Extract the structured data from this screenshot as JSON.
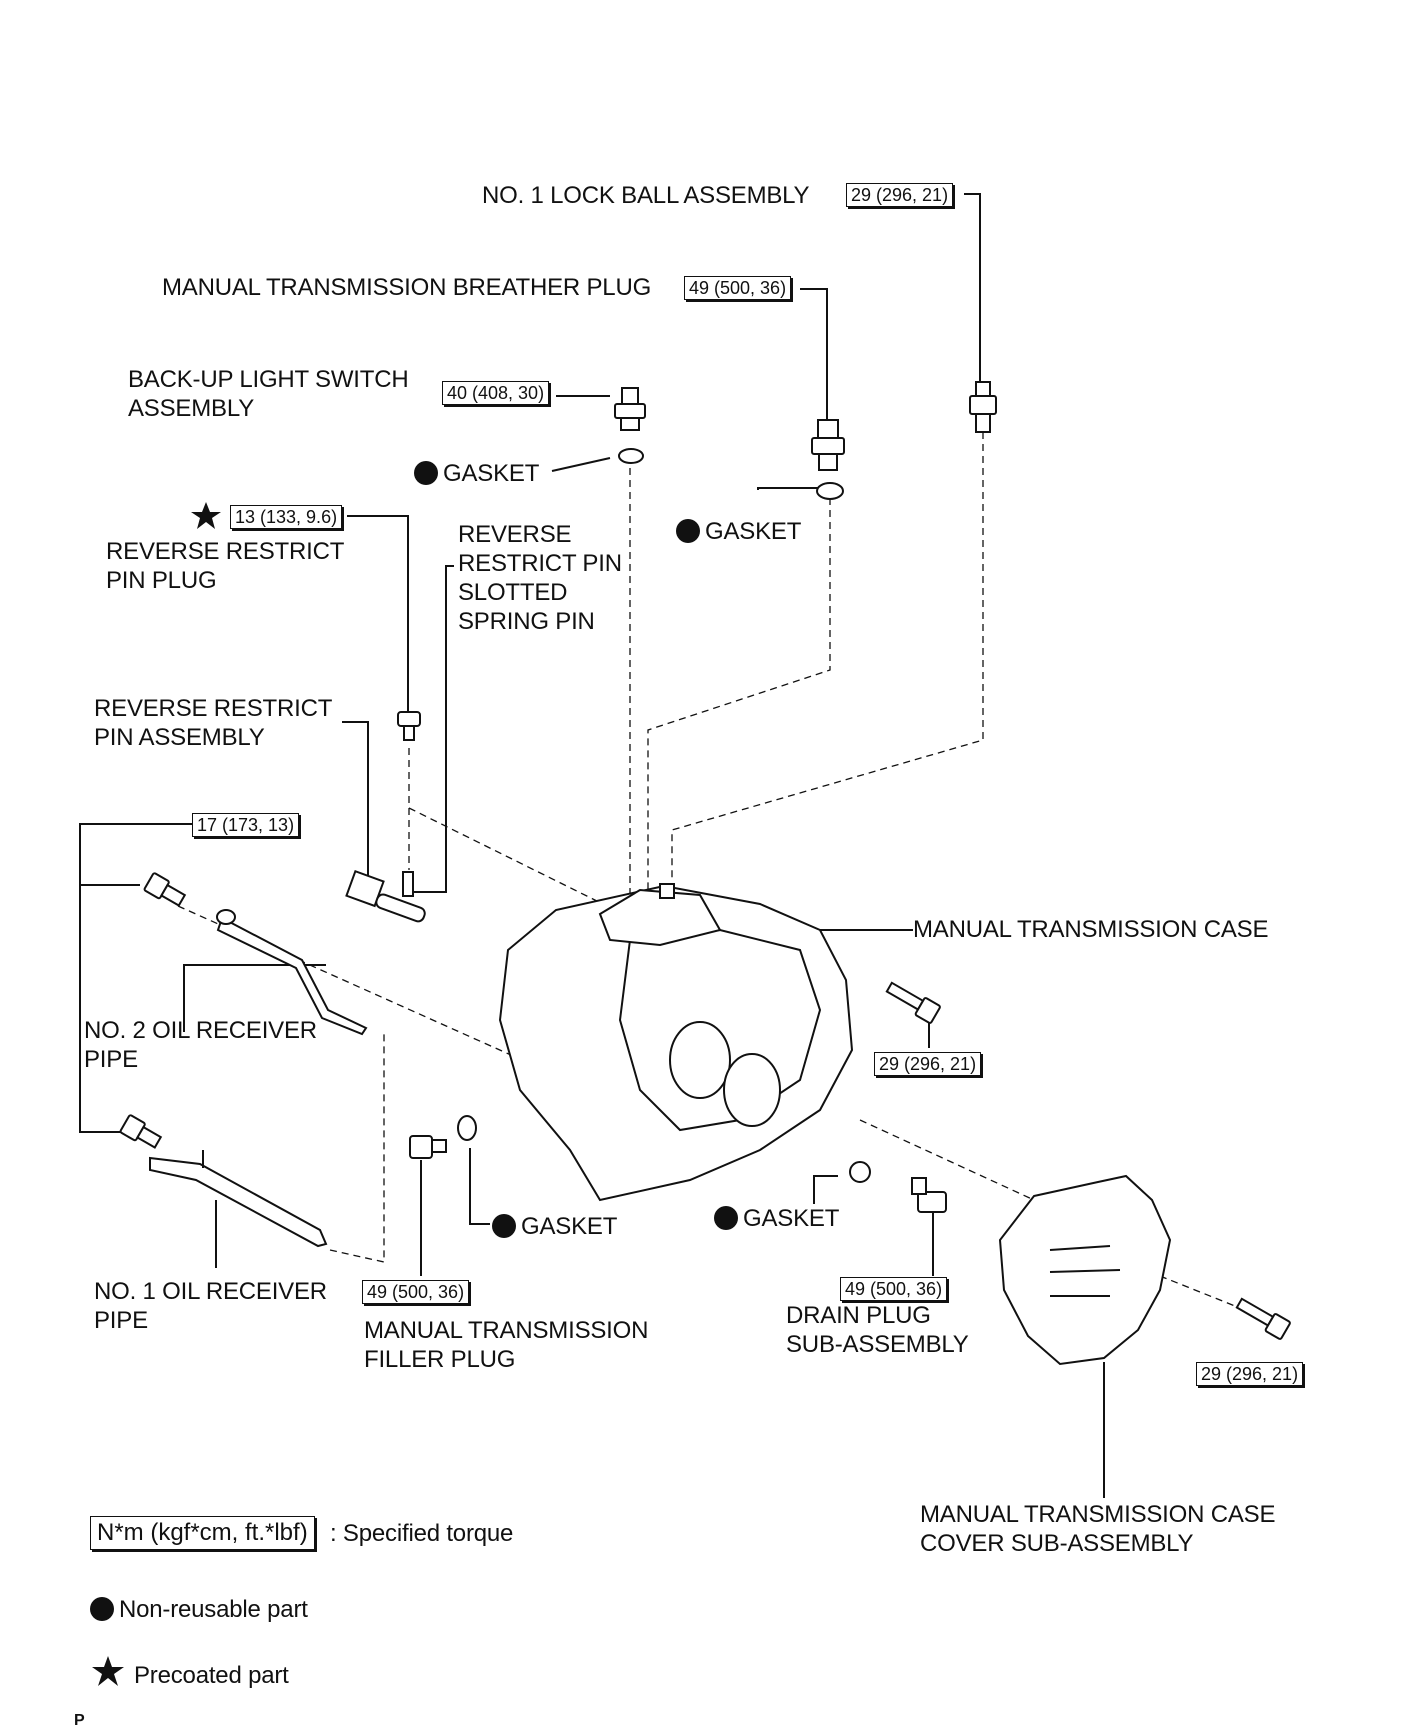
{
  "labels": {
    "lock_ball": "NO. 1 LOCK BALL ASSEMBLY",
    "breather_plug": "MANUAL TRANSMISSION BREATHER PLUG",
    "backup_switch": "BACK-UP LIGHT SWITCH\nASSEMBLY",
    "gasket": "GASKET",
    "reverse_pin_plug": "REVERSE RESTRICT\nPIN PLUG",
    "slotted_spring_pin": "REVERSE\nRESTRICT PIN\nSLOTTED\nSPRING PIN",
    "reverse_pin_assembly": "REVERSE RESTRICT\nPIN ASSEMBLY",
    "transmission_case": "MANUAL TRANSMISSION CASE",
    "oil_pipe_2": "NO. 2 OIL RECEIVER\nPIPE",
    "oil_pipe_1": "NO. 1 OIL RECEIVER\nPIPE",
    "filler_plug": "MANUAL TRANSMISSION\nFILLER PLUG",
    "drain_plug": "DRAIN PLUG\nSUB-ASSEMBLY",
    "case_cover": "MANUAL TRANSMISSION CASE\nCOVER SUB-ASSEMBLY"
  },
  "torques": {
    "lock_ball": "29 (296, 21)",
    "breather_plug": "49 (500, 36)",
    "backup_switch": "40 (408, 30)",
    "reverse_pin_plug": "13 (133, 9.6)",
    "oil_pipe_bolts": "17 (173, 13)",
    "case_bolt": "29 (296, 21)",
    "filler_plug": "49 (500, 36)",
    "drain_plug": "49 (500, 36)",
    "cover_bolt": "29 (296, 21)"
  },
  "legend": {
    "torque_units": "N*m (kgf*cm, ft.*lbf)",
    "torque_desc": ": Specified torque",
    "non_reusable": "Non-reusable part",
    "precoated": "Precoated part"
  },
  "page_mark": "P"
}
